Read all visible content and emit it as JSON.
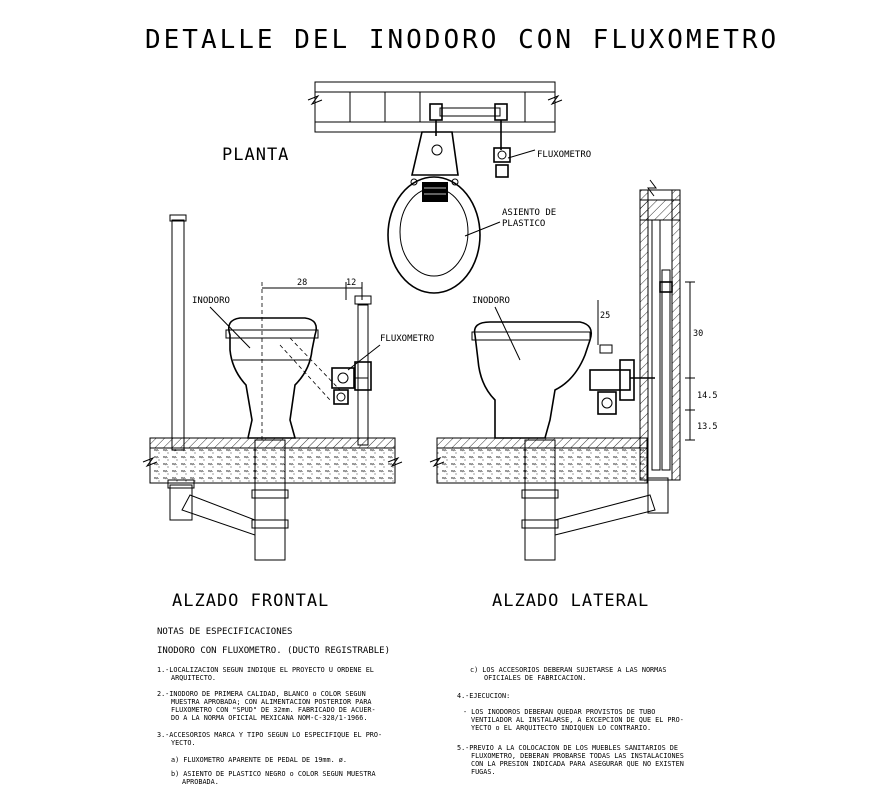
{
  "title": "DETALLE DEL INODORO CON FLUXOMETRO",
  "views": {
    "planta": "PLANTA",
    "alzado_frontal": "ALZADO FRONTAL",
    "alzado_lateral": "ALZADO LATERAL"
  },
  "labels": {
    "fluxometro_plan": "FLUXOMETRO",
    "asiento_line1": "ASIENTO DE",
    "asiento_line2": "PLASTICO",
    "inodoro_front": "INODORO",
    "fluxometro_front": "FLUXOMETRO",
    "inodoro_side": "INODORO"
  },
  "dimensions": {
    "d28": "28",
    "d12": "12",
    "d25": "25",
    "d30": "30",
    "d14_5": "14.5",
    "d13_5": "13.5"
  },
  "notes": {
    "heading": "NOTAS DE ESPECIFICACIONES",
    "subheading": "INODORO CON FLUXOMETRO. (DUCTO REGISTRABLE)",
    "n1_l1": "1.-LOCALIZACION SEGUN INDIQUE EL PROYECTO U ORDENE EL",
    "n1_l2": "ARQUITECTO.",
    "n2_l1": "2.-INODORO DE PRIMERA CALIDAD, BLANCO o COLOR SEGUN",
    "n2_l2": "MUESTRA APROBADA; CON ALIMENTACION POSTERIOR PARA",
    "n2_l3": "FLUXOMETRO CON \"SPUD\" DE 32mm. FABRICADO DE ACUER-",
    "n2_l4": "DO A LA NORMA OFICIAL MEXICANA NOM-C-328/1-1966.",
    "n3_l1": "3.-ACCESORIOS MARCA Y TIPO SEGUN LO ESPECIFIQUE EL PRO-",
    "n3_l2": "YECTO.",
    "n3a": "a) FLUXOMETRO APARENTE DE PEDAL DE 19mm. ø.",
    "n3b_l1": "b) ASIENTO DE PLASTICO NEGRO o COLOR SEGUN MUESTRA",
    "n3b_l2": "APROBADA.",
    "n3c_l1": "c) LOS ACCESORIOS DEBERAN SUJETARSE A LAS NORMAS",
    "n3c_l2": "OFICIALES DE FABRICACION.",
    "n4_head": "4.-EJECUCION:",
    "n4_l1": "- LOS INODOROS DEBERAN QUEDAR PROVISTOS DE TUBO",
    "n4_l2": "VENTILADOR AL INSTALARSE, A EXCEPCION DE QUE EL PRO-",
    "n4_l3": "YECTO o EL ARQUITECTO INDIQUEN LO CONTRARIO.",
    "n5_l1": "5.-PREVIO A LA COLOCACION DE LOS MUEBLES SANITARIOS DE",
    "n5_l2": "FLUXOMETRO, DEBERAN PROBARSE TODAS LAS INSTALACIONES",
    "n5_l3": "CON LA PRESION INDICADA PARA ASEGURAR QUE NO EXISTEN",
    "n5_l4": "FUGAS."
  }
}
